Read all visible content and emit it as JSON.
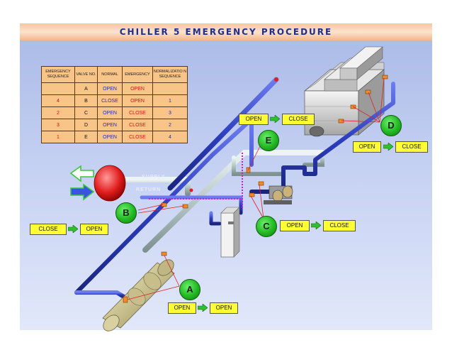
{
  "title": "CHILLER 5 EMERGENCY PROCEDURE",
  "table": {
    "headers": [
      "EMERGENCY SEQUENCE",
      "VALVE NO.",
      "NORMAL",
      "EMERGENCY",
      "NORMALIZATIO N SEQUENCE"
    ],
    "rows": [
      {
        "seq": "",
        "valve": "A",
        "normal": "OPEN",
        "emergency": "OPEN",
        "norm_seq": ""
      },
      {
        "seq": "4",
        "valve": "B",
        "normal": "CLOSE",
        "emergency": "OPEN",
        "norm_seq": "1"
      },
      {
        "seq": "2",
        "valve": "C",
        "normal": "OPEN",
        "emergency": "CLOSE",
        "norm_seq": "3"
      },
      {
        "seq": "3",
        "valve": "D",
        "normal": "OPEN",
        "emergency": "CLOSE",
        "norm_seq": "2"
      },
      {
        "seq": "1",
        "valve": "E",
        "normal": "OPEN",
        "emergency": "CLOSE",
        "norm_seq": "4"
      }
    ]
  },
  "pipe_labels": {
    "supply": "SUPPLY",
    "return": "RETURN"
  },
  "valves": {
    "A": {
      "label": "A",
      "from": "OPEN",
      "to": "OPEN"
    },
    "B": {
      "label": "B",
      "from": "CLOSE",
      "to": "OPEN"
    },
    "C": {
      "label": "C",
      "from": "OPEN",
      "to": "CLOSE"
    },
    "D": {
      "label": "D",
      "from": "OPEN",
      "to": "CLOSE"
    },
    "E": {
      "label": "E",
      "from": "OPEN",
      "to": "CLOSE"
    }
  },
  "colors": {
    "pipe_blue": "#2e3fbf",
    "pipe_grey": "#b7c7c7",
    "badge_green": "#22b822",
    "label_yellow": "#ffff33",
    "pointer_red": "#e02020"
  }
}
